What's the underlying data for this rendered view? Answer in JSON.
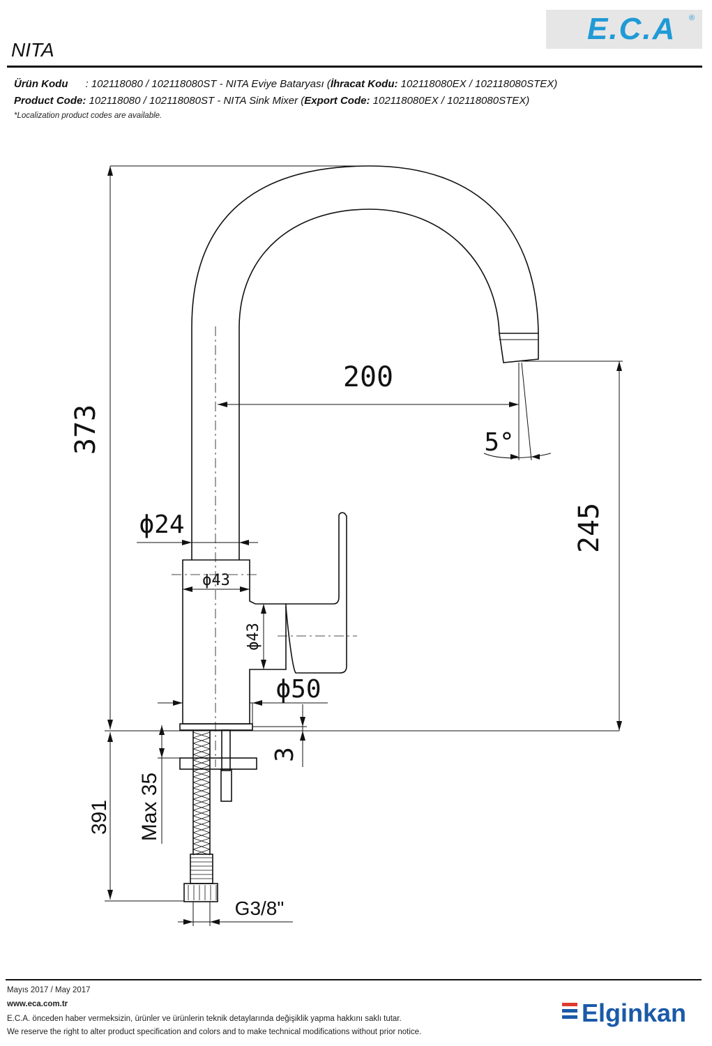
{
  "header": {
    "logo": "E.C.A",
    "logo_reg": "®",
    "model": "NITA"
  },
  "codes": {
    "tr_label": "Ürün Kodu",
    "tr_text": ": 102118080 / 102118080ST - NITA Eviye Bataryası (",
    "tr_export_label": "İhracat Kodu:",
    "tr_export": " 102118080EX / 102118080STEX)",
    "en_label": "Product Code:",
    "en_text": " 102118080 / 102118080ST - NITA Sink Mixer (",
    "en_export_label": "Export Code:",
    "en_export": " 102118080EX / 102118080STEX)",
    "note": "*Localization product codes are available."
  },
  "dimensions": {
    "total_height": "373",
    "reach": "200",
    "angle": "5°",
    "spout_diameter": "ϕ24",
    "body_diameter_top": "ϕ43",
    "body_diameter_side": "ϕ43",
    "base_diameter": "ϕ50",
    "spout_height": "245",
    "base_thickness": "3",
    "max_counter": "Max 35",
    "hose_length": "391",
    "thread": "G3/8\""
  },
  "footer": {
    "date": "Mayıs 2017 / May 2017",
    "web": "www.eca.com.tr",
    "disclaimer_tr": "E.C.A. önceden haber vermeksizin, ürünler ve ürünlerin teknik detaylarında değişiklik yapma hakkını saklı tutar.",
    "disclaimer_en": "We reserve the right to alter product specification and colors and to make technical modifications without prior notice.",
    "brand": "Elginkan"
  }
}
